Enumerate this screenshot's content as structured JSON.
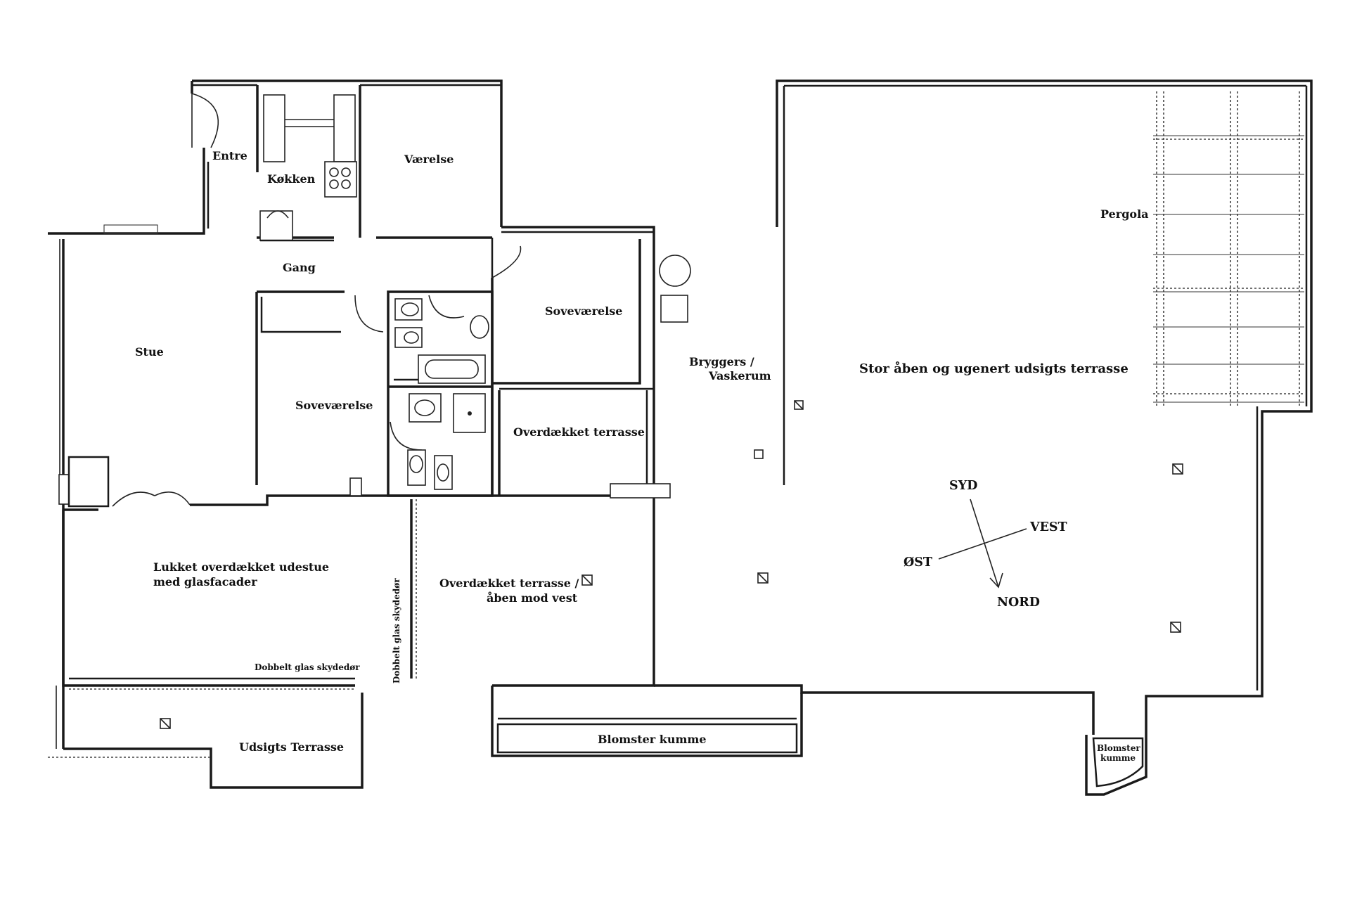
{
  "plan": {
    "rooms": {
      "entre": "Entre",
      "kokken": "Køkken",
      "vaerelse": "Værelse",
      "gang": "Gang",
      "stue": "Stue",
      "sovevaerelse_1": "Soveværelse",
      "sovevaerelse_2": "Soveværelse",
      "bryggers_1": "Bryggers /",
      "bryggers_2": "Vaskerum",
      "overdaekket_terrasse": "Overdækket terrasse",
      "udestue_1": "Lukket overdækket udestue",
      "udestue_2": "med glasfacader",
      "terrasse_vest_1": "Overdækket terrasse /",
      "terrasse_vest_2": "åben mod vest",
      "udsigts_terrasse": "Udsigts Terrasse",
      "blomster_kumme": "Blomster kumme",
      "blomster_kumme_small_1": "Blomster",
      "blomster_kumme_small_2": "kumme",
      "stor_terrasse": "Stor åben og ugenert udsigts terrasse",
      "pergola": "Pergola"
    },
    "annotations": {
      "dobbelt_glas_skydedor_h": "Dobbelt glas skydedør",
      "dobbelt_glas_skydedor_v": "Dobbelt glas skydedør"
    },
    "compass": {
      "syd": "SYD",
      "vest": "VEST",
      "ost": "ØST",
      "nord": "NORD"
    }
  }
}
